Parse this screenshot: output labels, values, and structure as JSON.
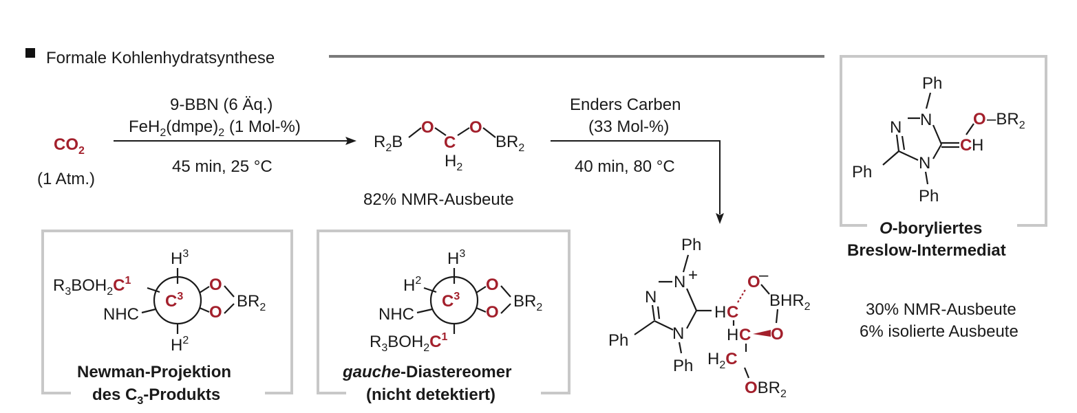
{
  "section": {
    "title": "Formale Kohlenhydratsynthese"
  },
  "start": {
    "co2": "CO",
    "co2_sub": "2",
    "pressure": "(1 Atm.)"
  },
  "step1": {
    "reagent": "9-BBN (6 Äq.)",
    "cat_a": "FeH",
    "cat_a_sub": "2",
    "cat_b": "(dmpe)",
    "cat_b_sub": "2",
    "cat_c": " (1 Mol-%)",
    "conditions": "45 min, 25 °C"
  },
  "acetal": {
    "r2b_left": "R",
    "r2b_left_sub": "2",
    "r2b_left_b": "B",
    "o1": "O",
    "c": "C",
    "o2": "O",
    "br2": "BR",
    "br2_sub": "2",
    "h2": "H",
    "h2_sub": "2",
    "yield": "82% NMR-Ausbeute"
  },
  "step2": {
    "catalyst": "Enders Carben",
    "loading": "(33 Mol-%)",
    "conditions": "40 min, 80 °C"
  },
  "breslow": {
    "ph_top": "Ph",
    "n1": "N",
    "n2": "N",
    "n4": "N",
    "ph_left": "Ph",
    "ph_bottom": "Ph",
    "o": "O",
    "obr": "–BR",
    "obr_sub": "2",
    "c": "C",
    "h": "H",
    "label_1_italic": "O",
    "label_1_rest": "-boryliertes",
    "label_2": "Breslow-Intermediat"
  },
  "newman": {
    "h3": "H",
    "h3_sup": "3",
    "r3boh2": "R",
    "r3boh2_sub": "3",
    "r3boh2_b": "BOH",
    "r3boh2_sub2": "2",
    "c1": "C",
    "c1_sup": "1",
    "c3": "C",
    "c3_sup": "3",
    "o_top": "O",
    "o_bottom": "O",
    "br2": "BR",
    "br2_sub": "2",
    "nhc": "NHC",
    "h2": "H",
    "h2_sup": "2",
    "caption_1": "Newman-Projektion",
    "caption_2a": "des C",
    "caption_2_sub": "3",
    "caption_2b": "-Produkts"
  },
  "gauche": {
    "h3": "H",
    "h3_sup": "3",
    "h2": "H",
    "h2_sup": "2",
    "c3": "C",
    "c3_sup": "3",
    "o_top": "O",
    "o_bottom": "O",
    "br2": "BR",
    "br2_sub": "2",
    "nhc": "NHC",
    "r3boh2": "R",
    "r3boh2_sub": "3",
    "r3boh2_b": "BOH",
    "r3boh2_sub2": "2",
    "c1": "C",
    "c1_sup": "1",
    "caption_1_italic": "gauche",
    "caption_1_rest": "-Diastereomer",
    "caption_2": "(nicht detektiert)"
  },
  "product": {
    "ph_top": "Ph",
    "n1": "N",
    "plus": "+",
    "n2": "N",
    "n4": "N",
    "ph_left": "Ph",
    "ph_bottom": "Ph",
    "hc1": "H",
    "c1": "C",
    "o1": "O",
    "minus": "–",
    "bhr2": "BHR",
    "bhr2_sub": "2",
    "hc2": "H",
    "c2": "C",
    "o2": "O",
    "h2c": "H",
    "h2c_sub": "2",
    "c3": "C",
    "obr2_o": "O",
    "obr2": "BR",
    "obr2_sub": "2",
    "yield_nmr": "30% NMR-Ausbeute",
    "yield_isolated": "6% isolierte Ausbeute"
  }
}
